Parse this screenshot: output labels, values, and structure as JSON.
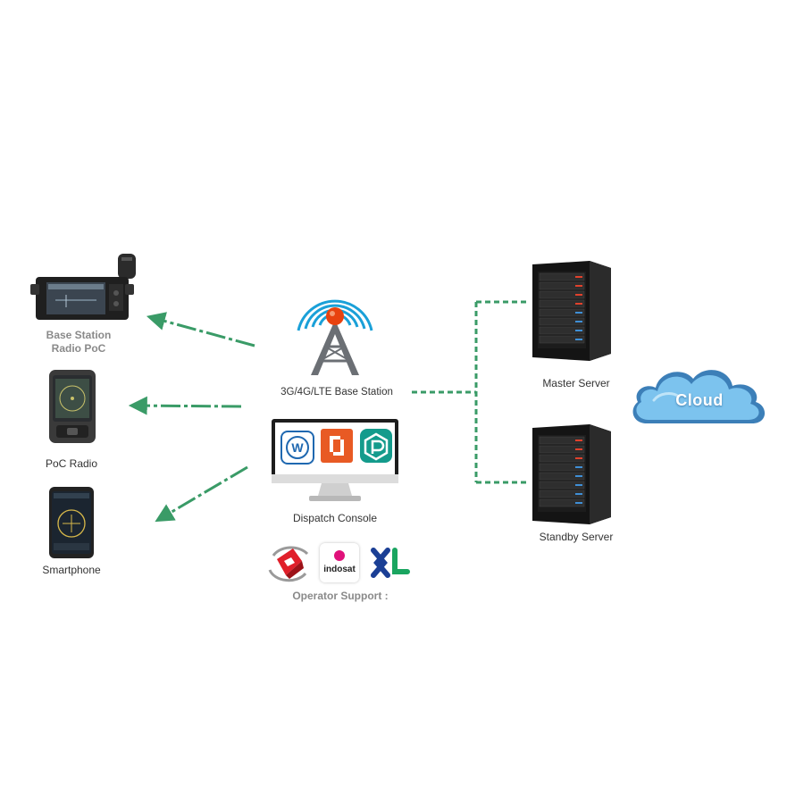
{
  "devices": {
    "base_station_radio": {
      "label_line1": "Base Station",
      "label_line2": "Radio PoC"
    },
    "poc_radio": {
      "label": "PoC Radio"
    },
    "smartphone": {
      "label": "Smartphone"
    }
  },
  "network": {
    "base_station": {
      "label": "3G/4G/LTE Base Station"
    },
    "dispatch_console": {
      "label": "Dispatch Console"
    }
  },
  "servers": {
    "master": {
      "label": "Master Server"
    },
    "standby": {
      "label": "Standby Server"
    }
  },
  "cloud": {
    "label": "Cloud"
  },
  "operators": {
    "label": "Operator Support :",
    "logos": [
      {
        "name": "telkomsel"
      },
      {
        "name": "indosat",
        "text": "indosat"
      },
      {
        "name": "xl",
        "text": "XL"
      }
    ]
  },
  "colors": {
    "connector": "#3a9b67",
    "cloud_fill": "#7cc3ee",
    "cloud_text": "#ffffff",
    "antenna_ring": "#1aa0d8",
    "antenna_ball": "#e8420f",
    "label_gray": "#8a8a8a"
  }
}
